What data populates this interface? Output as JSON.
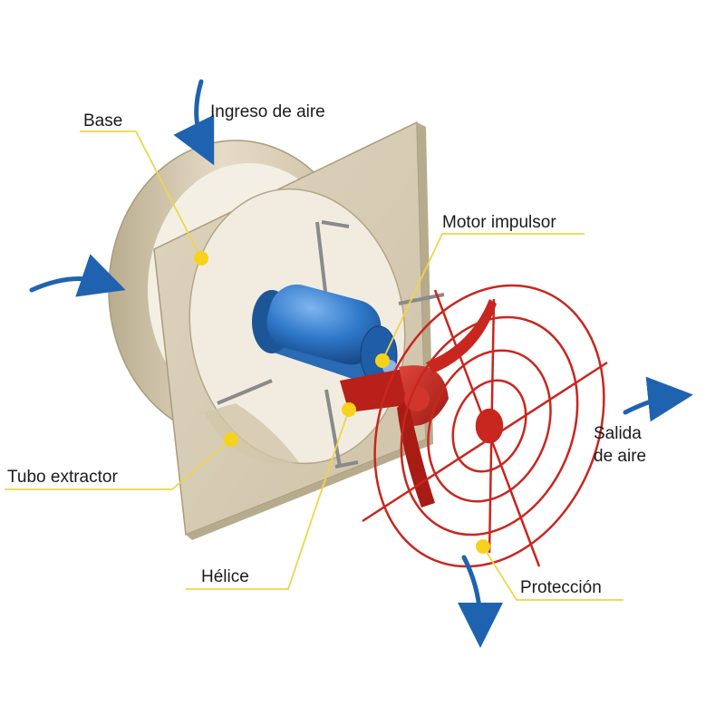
{
  "labels": {
    "base": "Base",
    "air_intake": "Ingreso de aire",
    "motor": "Motor impulsor",
    "air_exit_line1": "Salida",
    "air_exit_line2": "de aire",
    "extractor_tube": "Tubo extractor",
    "propeller": "Hélice",
    "guard": "Protección"
  },
  "colors": {
    "plate": "#d8cdb6",
    "plate_shade": "#c2b698",
    "motor": "#2f78c9",
    "propeller": "#c8261e",
    "guard": "#c8261e",
    "leader_line": "#f0d44a",
    "marker": "#f7d21c",
    "arrow": "#1f63b0"
  }
}
